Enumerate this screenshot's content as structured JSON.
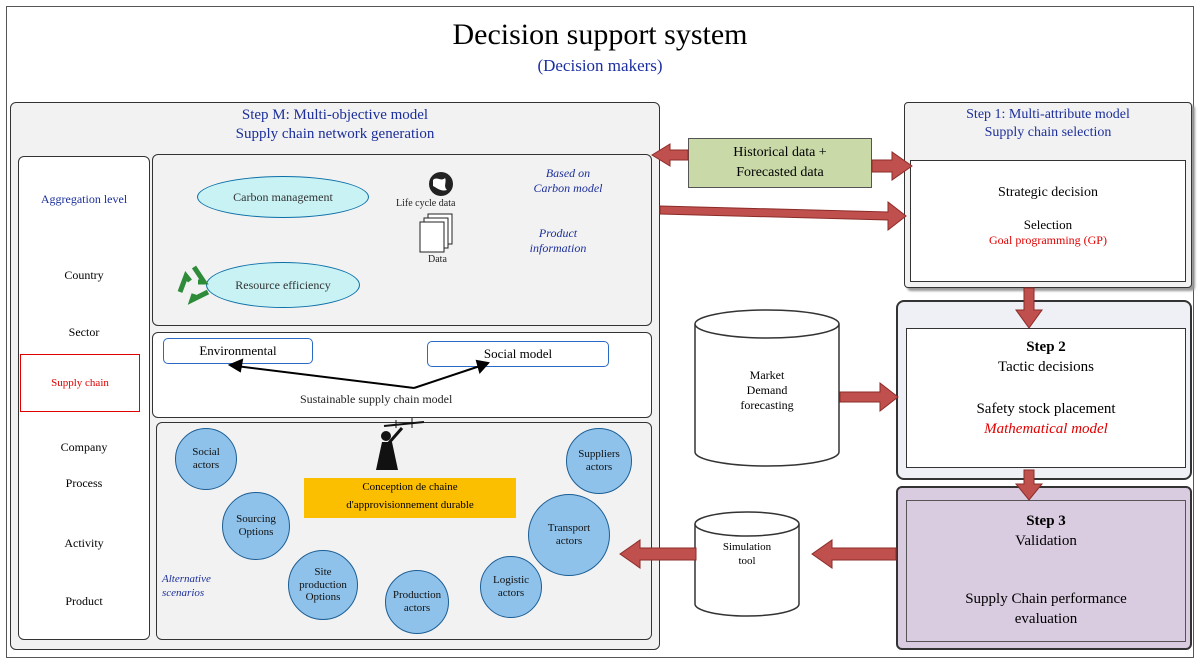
{
  "header": {
    "title": "Decision support system",
    "subtitle": "(Decision makers)"
  },
  "step_m": {
    "title_line1": "Step M: Multi-objective model",
    "title_line2": "Supply chain network generation"
  },
  "levels": {
    "title": "Aggregation level",
    "items": [
      "Country",
      "Sector",
      "Supply chain",
      "Company",
      "Process",
      "Activity",
      "Product"
    ],
    "highlight_color": "#e00000"
  },
  "top_panel": {
    "ellipse1": "Carbon management",
    "ellipse2": "Resource efficiency",
    "globe_label": "Life cycle data",
    "docs_label": "Data",
    "note1_line1": "Based on",
    "note1_line2": "Carbon model",
    "note2_line1": "Product",
    "note2_line2": "information"
  },
  "mid_panel": {
    "box1": "Environmental",
    "box2": "Social model",
    "caption": "Sustainable supply chain model"
  },
  "bottom_panel": {
    "center_label_line1": "Conception de chaine",
    "center_label_line2": "d'approvisionnement durable",
    "center_color": "#fbbf00",
    "side_label_line1": "Alternative",
    "side_label_line2": "scenarios",
    "circles": [
      {
        "line1": "Social",
        "line2": "actors"
      },
      {
        "line1": "Sourcing",
        "line2": "Options"
      },
      {
        "line1": "Site",
        "line2": "production",
        "line3": "Options"
      },
      {
        "line1": "Production",
        "line2": "actors"
      },
      {
        "line1": "Logistic",
        "line2": "actors"
      },
      {
        "line1": "Transport",
        "line2": "actors"
      },
      {
        "line1": "Suppliers",
        "line2": "actors"
      }
    ]
  },
  "exchange_box": {
    "line1": "Historical data +",
    "line2": "Forecasted data",
    "color": "#c9d9a8"
  },
  "step1": {
    "title_line1": "Step 1: Multi-attribute model",
    "title_line2": "Supply chain selection",
    "decision": "Strategic decision",
    "selection": "Selection",
    "method": "Goal programming (GP)"
  },
  "db_market": {
    "line1": "Market",
    "line2": "Demand",
    "line3": "forecasting"
  },
  "step2": {
    "title": "Step 2",
    "subtitle": "Tactic decisions",
    "placement": "Safety stock placement",
    "model": "Mathematical model"
  },
  "db_simulation": {
    "line1": "Simulation",
    "line2": "tool"
  },
  "step3": {
    "title": "Step 3",
    "subtitle": "Validation",
    "eval_line1": "Supply Chain performance",
    "eval_line2": "evaluation",
    "color": "#d9cbe0"
  },
  "colors": {
    "arrow_fill": "#c0504d",
    "arrow_stroke": "#8b2b28"
  }
}
